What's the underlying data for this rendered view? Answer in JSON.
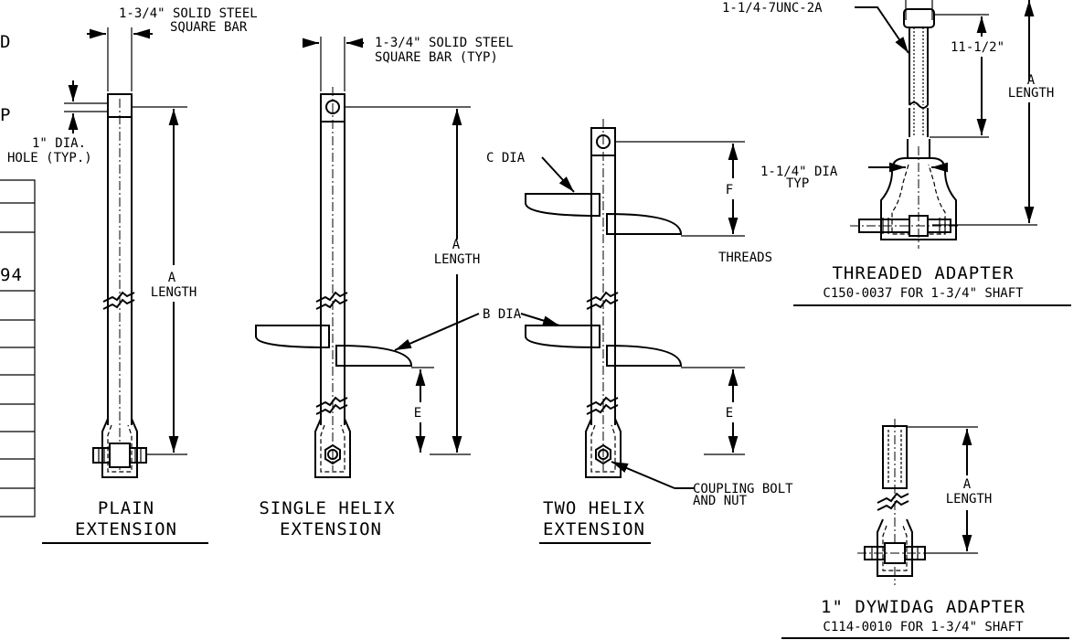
{
  "labels": {
    "bar_top": [
      "1-3/4\" SOLID STEEL",
      "SQUARE BAR"
    ],
    "bar_typ": [
      "1-3/4\" SOLID STEEL",
      "SQUARE BAR (TYP)"
    ],
    "hole": [
      "1\" DIA.",
      "HOLE (TYP.)"
    ],
    "length": [
      "A",
      "LENGTH"
    ],
    "c_dia": "C DIA",
    "b_dia": "B DIA",
    "f": "F",
    "e": "E",
    "threads": "THREADS",
    "coupling": [
      "COUPLING BOLT",
      "AND NUT"
    ],
    "thread_spec": "1-1/4-7UNC-2A",
    "dim_11": "11-1/2\"",
    "dia_114": [
      "1-1/4\" DIA",
      "TYP"
    ],
    "left_partial": [
      "D",
      "P",
      "94"
    ]
  },
  "titles": {
    "plain": [
      "PLAIN",
      "EXTENSION"
    ],
    "single": [
      "SINGLE HELIX",
      "EXTENSION"
    ],
    "two": [
      "TWO HELIX",
      "EXTENSION"
    ],
    "threaded": [
      "THREADED ADAPTER",
      "C150-0037 FOR 1-3/4\" SHAFT"
    ],
    "dywidag": [
      "1\" DYWIDAG ADAPTER",
      "C114-0010 FOR 1-3/4\" SHAFT"
    ]
  }
}
